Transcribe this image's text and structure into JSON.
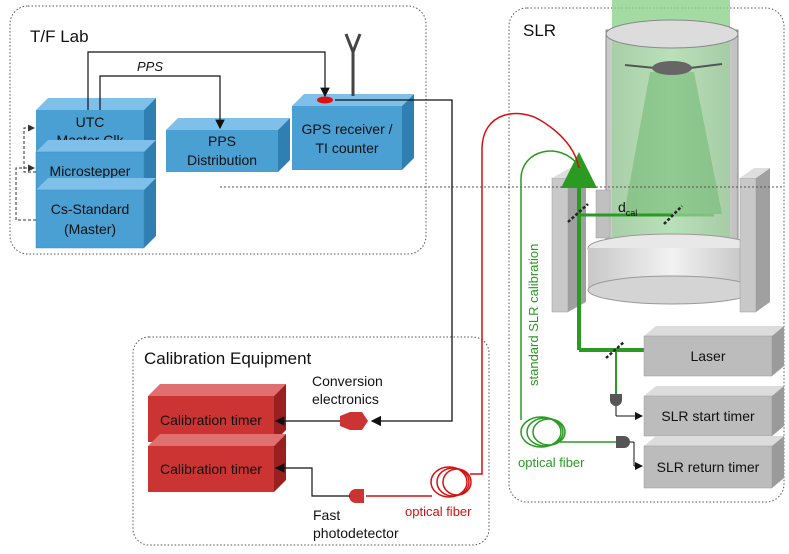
{
  "colors": {
    "blue_box": "#4a9fd3",
    "red_box": "#cc3333",
    "gray_box": "#b8b8b8",
    "green_beam": "#2a9a22",
    "red_fiber": "#d41010"
  },
  "tf_lab": {
    "title": "T/F Lab",
    "pps_label": "PPS",
    "utc_line1": "UTC",
    "utc_line2": "Master Clk",
    "microstepper": "Microstepper",
    "cs_line1": "Cs-Standard",
    "cs_line2": "(Master)",
    "pps_dist_line1": "PPS",
    "pps_dist_line2": "Distribution",
    "gps_line1": "GPS receiver /",
    "gps_line2": "TI counter"
  },
  "calibration": {
    "title": "Calibration Equipment",
    "conv_line1": "Conversion",
    "conv_line2": "electronics",
    "timer1": "Calibration timer",
    "timer2": "Calibration timer",
    "fast_line1": "Fast",
    "fast_line2": "photodetector",
    "optical_fiber": "optical fiber"
  },
  "slr": {
    "title": "SLR",
    "dcal_main": "d",
    "dcal_sub": "cal",
    "std_calibration": "standard SLR calibration",
    "laser": "Laser",
    "start_timer": "SLR start timer",
    "return_timer": "SLR return timer",
    "optical_fiber": "optical fiber"
  }
}
